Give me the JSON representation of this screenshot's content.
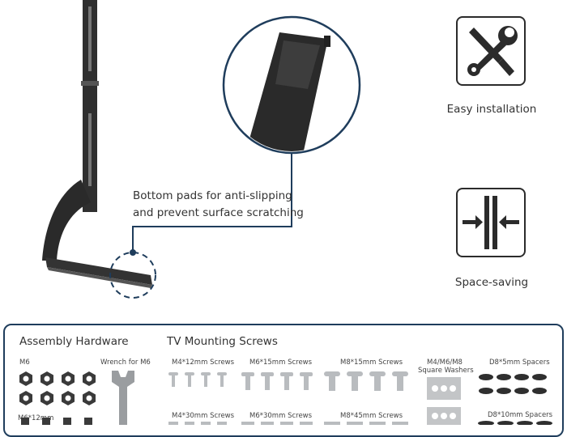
{
  "callout": {
    "line1": "Bottom pads for anti-slipping",
    "line2": "and prevent surface scratching"
  },
  "features": [
    {
      "icon": "wrench-screwdriver-icon",
      "label": "Easy installation"
    },
    {
      "icon": "space-saving-icon",
      "label": "Space-saving"
    }
  ],
  "hardware": {
    "assembly_title": "Assembly Hardware",
    "tv_title": "TV Mounting Screws",
    "m6_label": "M6",
    "m6x12_label": "M6*12mm",
    "wrench_label": "Wrench for M6",
    "m4x12_label": "M4*12mm Screws",
    "m6x15_label": "M6*15mm Screws",
    "m8x15_label": "M8*15mm Screws",
    "washers_label_1": "M4/M6/M8",
    "washers_label_2": "Square Washers",
    "d8x5_label": "D8*5mm Spacers",
    "m4x30_label": "M4*30mm Screws",
    "m6x30_label": "M6*30mm Screws",
    "m8x45_label": "M8*45mm Screws",
    "d8x10_label": "D8*10mm Spacers"
  },
  "colors": {
    "accent": "#1f3d5c",
    "dark": "#2b2b2b",
    "screw": "#b9bcbf"
  }
}
